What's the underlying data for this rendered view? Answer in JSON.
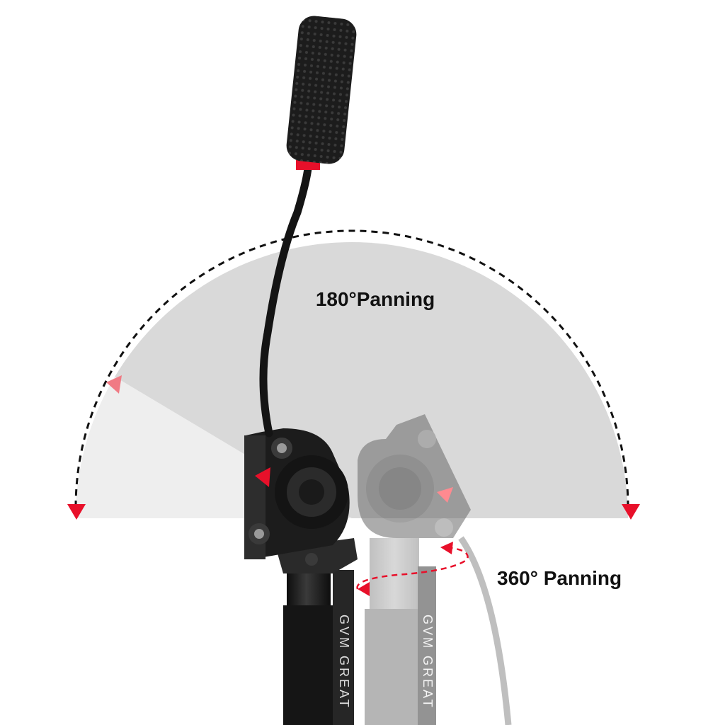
{
  "labels": {
    "pan_180": "180°Panning",
    "pan_360": "360° Panning"
  },
  "strap": {
    "brand": "GVM",
    "tagline": "GREAT"
  },
  "colors": {
    "background": "#ffffff",
    "sector_fill": "#d9d9d9",
    "sector_light": "#eeeeee",
    "arc_dash": "#111111",
    "accent_red": "#e8102a",
    "ghost_gray": "#9a9a9a",
    "metal_black": "#1a1a1a"
  },
  "icons": [
    "arrow-down-left-icon",
    "arrow-down-right-icon",
    "arrow-start-icon",
    "rotation-arrow-icon"
  ]
}
